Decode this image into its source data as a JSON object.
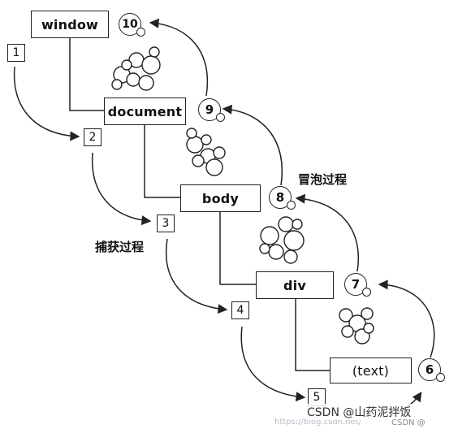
{
  "nodes": {
    "window": "window",
    "document": "document",
    "body": "body",
    "div": "div",
    "text": "(text)"
  },
  "capture_steps": [
    "1",
    "2",
    "3",
    "4",
    "5"
  ],
  "bubble_steps": [
    "6",
    "7",
    "8",
    "9",
    "10"
  ],
  "labels": {
    "capture": "捕获过程",
    "bubble": "冒泡过程"
  },
  "watermark": {
    "main": "CSDN @山药泥拌饭",
    "url": "https://blog.csdn.net/",
    "secondary": "CSDN @ "
  },
  "colors": {
    "line": "#222222",
    "background": "#ffffff"
  }
}
